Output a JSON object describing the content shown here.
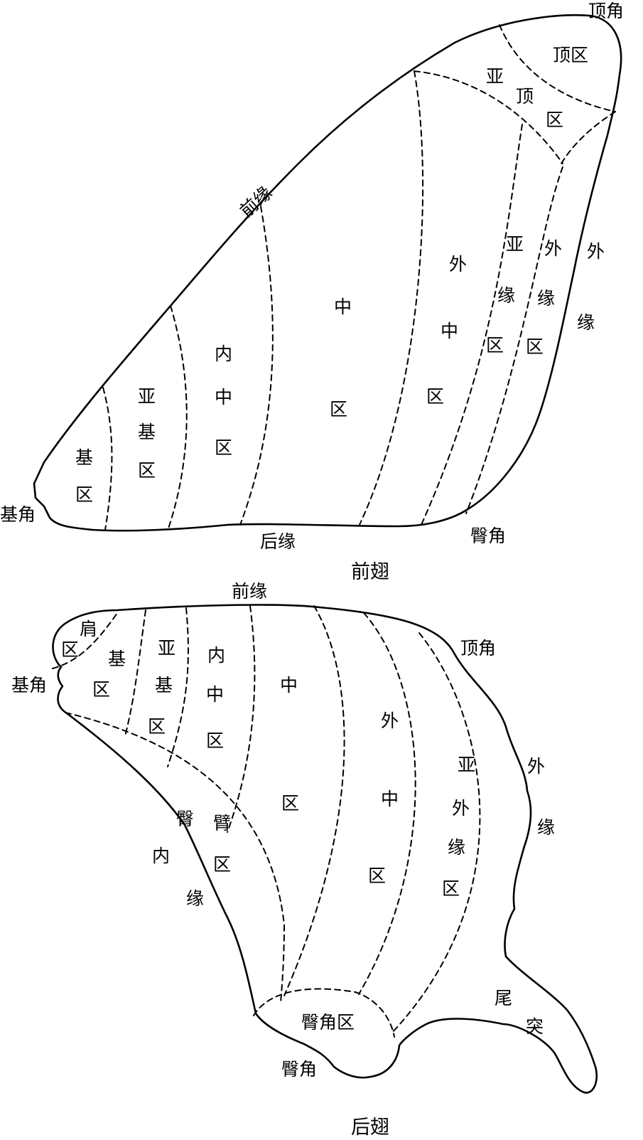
{
  "forewing": {
    "caption": "前翅",
    "labels": {
      "apex": "顶角",
      "apical_area": "顶区",
      "subapical_area": [
        "亚",
        "顶",
        "区"
      ],
      "costa": "前缘",
      "outer_margin": [
        "外",
        "缘"
      ],
      "postmedian_area": [
        "外",
        "中",
        "区"
      ],
      "submarginal_area": [
        "亚",
        "缘",
        "区"
      ],
      "marginal_area": [
        "外",
        "缘",
        "区"
      ],
      "median_area": [
        "中",
        "区"
      ],
      "antemedian_area": [
        "内",
        "中",
        "区"
      ],
      "subbasal_area": [
        "亚",
        "基",
        "区"
      ],
      "basal_area": [
        "基",
        "区"
      ],
      "base": "基角",
      "inner_margin": "后缘",
      "tornus": "臀角"
    }
  },
  "hindwing": {
    "caption": "后翅",
    "labels": {
      "costa": "前缘",
      "humeral_area": [
        "肩",
        "区"
      ],
      "basal_area": [
        "基",
        "区"
      ],
      "subbasal_area": [
        "亚",
        "基",
        "区"
      ],
      "antemedian_area": [
        "内",
        "中",
        "区"
      ],
      "median_area": [
        "中",
        "区"
      ],
      "postmedian_area": [
        "外",
        "中",
        "区"
      ],
      "submarginal_area": [
        "亚",
        "外",
        "缘",
        "区"
      ],
      "apex": "顶角",
      "outer_margin": [
        "外",
        "缘"
      ],
      "base": "基角",
      "inner_margin": [
        "臀",
        "内",
        "缘"
      ],
      "anal_area": [
        "臂",
        "区"
      ],
      "tornal_area": "臀角区",
      "tail": [
        "尾",
        "突"
      ],
      "tornus": "臀角"
    }
  }
}
